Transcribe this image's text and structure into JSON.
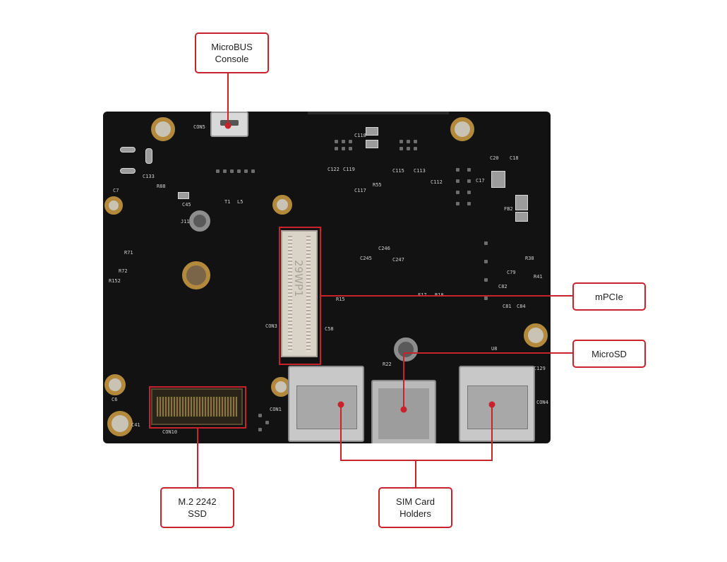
{
  "accent_color": "#c8232c",
  "labels": {
    "microbus_console": {
      "line1": "MicroBUS",
      "line2": "Console"
    },
    "mpcie": {
      "text": "mPCIe"
    },
    "microsd": {
      "text": "MicroSD"
    },
    "m2_ssd": {
      "line1": "M.2 2242",
      "line2": "SSD"
    },
    "sim_holders": {
      "line1": "SIM Card",
      "line2": "Holders"
    }
  },
  "silkscreen": {
    "con5": "CON5",
    "j11": "J11",
    "c13": "C133",
    "r88": "R88",
    "c45": "C45",
    "t1": "T1",
    "l5": "L5",
    "con1": "CON1",
    "con3": "CON3",
    "con4": "CON4",
    "con10": "CON10",
    "u8": "U8",
    "c41": "C41",
    "c6": "C6",
    "c7": "C7",
    "r71": "R71",
    "r72": "R72",
    "r152": "R152",
    "c246": "C246",
    "c247": "C247",
    "c245": "C245",
    "r15": "R15",
    "r18": "R18",
    "f17": "F17",
    "c118": "C118",
    "c122": "C122",
    "c119": "C119",
    "r55": "R55",
    "c117": "C117",
    "c115": "C115",
    "c113": "C113",
    "c112": "C112",
    "c17": "C17",
    "c20": "C20",
    "c18": "C18",
    "fb2": "FB2",
    "r38": "R38",
    "r41": "R41",
    "c79": "C79",
    "c81": "C81",
    "c82": "C82",
    "c84": "C84",
    "c129": "C129",
    "r22": "R22",
    "c58": "C58",
    "mpcie_text": "29WP1"
  }
}
